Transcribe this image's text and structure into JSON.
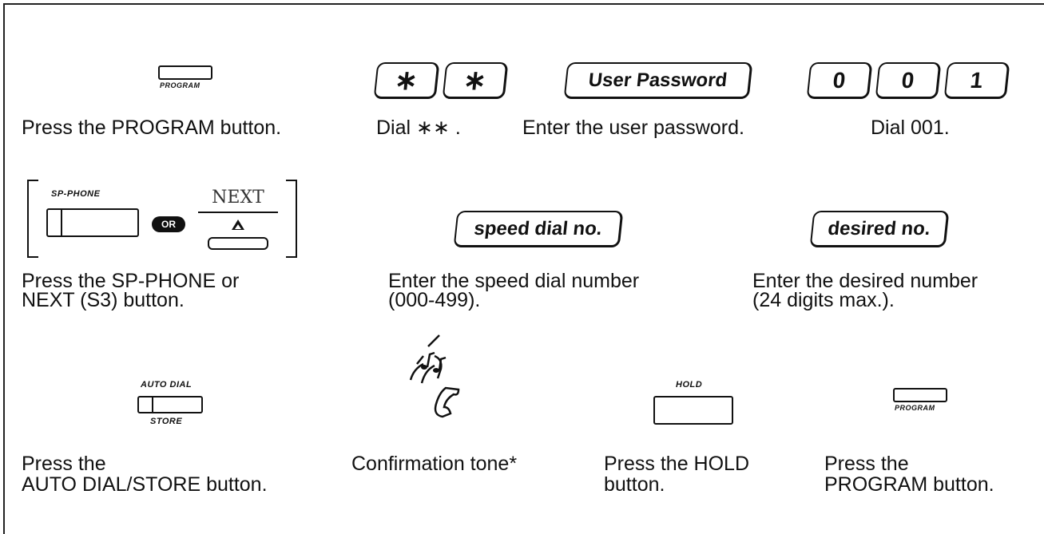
{
  "row1": {
    "program_label": "PROGRAM",
    "star_key": "∗",
    "user_password_key": "User Password",
    "digit_keys": [
      "0",
      "0",
      "1"
    ],
    "captions": {
      "program": "Press the PROGRAM button.",
      "dial_stars": "Dial ∗∗ .",
      "password": "Enter the user password.",
      "dial_001": "Dial 001."
    }
  },
  "row2": {
    "sp_phone_label": "SP-PHONE",
    "or_label": "OR",
    "next_label": "NEXT",
    "speed_dial_key": "speed dial no.",
    "desired_key": "desired no.",
    "captions": {
      "sp_phone": "Press the SP-PHONE or\nNEXT (S3) button.",
      "speed_dial": "Enter the speed dial number\n(000-499).",
      "desired": "Enter the desired number\n(24 digits max.)."
    }
  },
  "row3": {
    "auto_dial_label": "AUTO DIAL",
    "store_label": "STORE",
    "hold_label": "HOLD",
    "program_label": "PROGRAM",
    "captions": {
      "auto_dial": "Press the\nAUTO DIAL/STORE button.",
      "confirmation": "Confirmation tone*",
      "hold": "Press the HOLD\nbutton.",
      "program": "Press the\nPROGRAM button."
    }
  },
  "icons": [
    "program-button-icon",
    "handset-tone-icon",
    "triangle-up-icon"
  ]
}
